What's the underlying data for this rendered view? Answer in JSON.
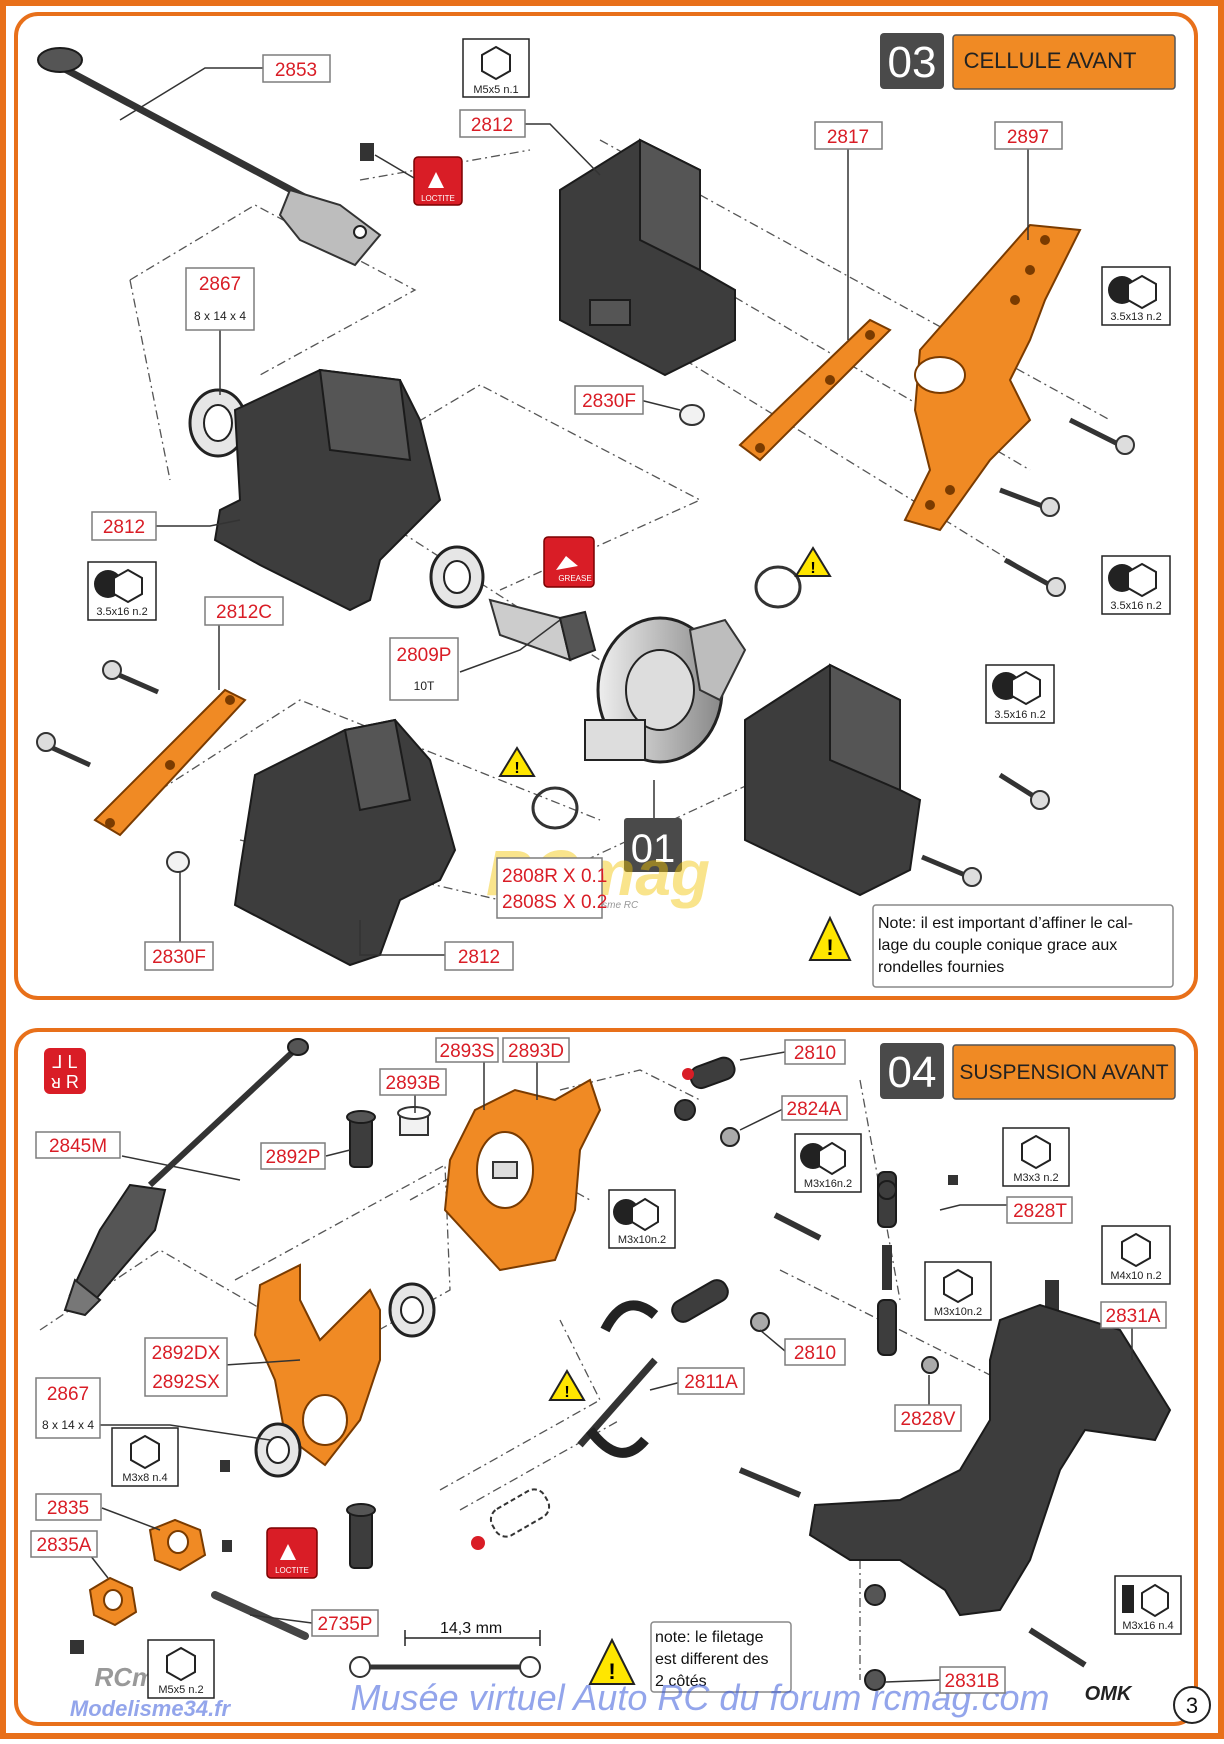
{
  "sections": [
    {
      "number": "03",
      "title": "CELLULE AVANT",
      "note": [
        "Note: il est important d’affiner le cal-",
        "lage du couple conique grace aux",
        "rondelles fournies"
      ],
      "step": "01"
    },
    {
      "number": "04",
      "title": "SUSPENSION AVANT",
      "note": [
        "note: le filetage",
        "est different des",
        "2 côtés"
      ],
      "dimension": "14,3 mm"
    }
  ],
  "labels": {
    "p2853": "2853",
    "p2812a": "2812",
    "p2817": "2817",
    "p2897": "2897",
    "p2867a": "2867",
    "p2867a_sub": "8 x 14 x 4",
    "p2830F_a": "2830F",
    "p2812b": "2812",
    "p2812C": "2812C",
    "p2809P": "2809P",
    "p2809P_sub": "10T",
    "p2808R": "2808R",
    "p2808R_q": "X 0.1",
    "p2808S": "2808S",
    "p2808S_q": "X 0.2",
    "p2830F_b": "2830F",
    "p2812c": "2812",
    "p2893S": "2893S",
    "p2893D": "2893D",
    "p2893B": "2893B",
    "p2810a": "2810",
    "p2824A": "2824A",
    "p2845M": "2845M",
    "p2892P": "2892P",
    "p2828T": "2828T",
    "p2831A": "2831A",
    "p2810b": "2810",
    "p2892DX": "2892DX",
    "p2892SX": "2892SX",
    "p2811A": "2811A",
    "p2828V": "2828V",
    "p2867b": "2867",
    "p2867b_sub": "8 x 14 x 4",
    "p2835": "2835",
    "p2835A": "2835A",
    "p2735P": "2735P",
    "p2831B": "2831B"
  },
  "hardware": {
    "h1": "M5x5 n.1",
    "h2": "3.5x13 n.2",
    "h3": "3.5x16 n.2",
    "h4": "3.5x16 n.2",
    "h5": "3.5x16 n.2",
    "h6": "M3x16n.2",
    "h7": "M3x3 n.2",
    "h8": "M3x10n.2",
    "h9": "M3x10n.2",
    "h10": "M4x10 n.2",
    "h11": "M3x8 n.4",
    "h12": "M5x5 n.2",
    "h13": "M3x16 n.4"
  },
  "chem": {
    "loctite": "LOCTITE",
    "grease": "GREASE"
  },
  "watermark": {
    "logo": "RCmag",
    "tagline": "Le Web du Modélisme RC",
    "footer": "Musée virtuel Auto RC du forum rcmag.com",
    "corner_logo": "RCmag",
    "corner_sub": "Modelisme34.fr",
    "brand": "OMK"
  },
  "page_number": "3",
  "colors": {
    "frame": "#e8701a",
    "accent": "#f08a24",
    "red_label": "#d91d26",
    "dark_part": "#3d3d3d"
  }
}
